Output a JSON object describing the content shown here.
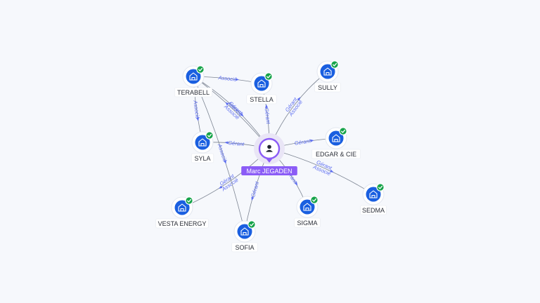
{
  "center": {
    "name": "Marc JEGADEN",
    "icon": "person-icon"
  },
  "companies": [
    {
      "id": "terabell",
      "name": "TERABELL",
      "icon": "building-icon",
      "status": "verified-check"
    },
    {
      "id": "stella",
      "name": "STELLA",
      "icon": "building-icon",
      "status": "verified-check"
    },
    {
      "id": "sully",
      "name": "SULLY",
      "icon": "building-icon",
      "status": "verified-check"
    },
    {
      "id": "syla",
      "name": "SYLA",
      "icon": "building-icon",
      "status": "verified-check"
    },
    {
      "id": "edgar",
      "name": "EDGAR & CIE",
      "icon": "building-icon",
      "status": "verified-check"
    },
    {
      "id": "vesta",
      "name": "VESTA ENERGY",
      "icon": "building-icon",
      "status": "verified-check"
    },
    {
      "id": "sofia",
      "name": "SOFIA",
      "icon": "building-icon",
      "status": "verified-check"
    },
    {
      "id": "sigma",
      "name": "SIGMA",
      "icon": "building-icon",
      "status": "verified-check"
    },
    {
      "id": "sedma",
      "name": "SEDMA",
      "icon": "building-icon",
      "status": "verified-check"
    }
  ],
  "relations": [
    {
      "from": "center",
      "to": "terabell",
      "labels": [
        "Gérant",
        "Associé"
      ]
    },
    {
      "from": "center",
      "to": "stella",
      "labels": [
        "Gérant"
      ]
    },
    {
      "from": "center",
      "to": "sully",
      "labels": [
        "Gérant",
        "Associé"
      ]
    },
    {
      "from": "center",
      "to": "syla",
      "labels": [
        "Gérant"
      ]
    },
    {
      "from": "center",
      "to": "edgar",
      "labels": [
        "Gérant"
      ]
    },
    {
      "from": "center",
      "to": "vesta",
      "labels": [
        "Gérant",
        "Associé"
      ]
    },
    {
      "from": "center",
      "to": "sofia",
      "labels": [
        "Gérant"
      ]
    },
    {
      "from": "center",
      "to": "sigma",
      "labels": [
        "Gérant"
      ]
    },
    {
      "from": "center",
      "to": "sedma",
      "labels": [
        "Gérant",
        "Associé"
      ]
    },
    {
      "from": "terabell",
      "to": "stella",
      "labels": [
        "Associé"
      ]
    },
    {
      "from": "terabell",
      "to": "syla",
      "labels": [
        "Associé"
      ]
    },
    {
      "from": "terabell",
      "to": "sofia",
      "labels": [
        "Associé"
      ]
    },
    {
      "from": "terabell",
      "to": "center",
      "labels": [
        "Associé"
      ]
    }
  ],
  "colors": {
    "accent": "#8b5cf6",
    "node": "#1a5fe0",
    "badge": "#16a34a",
    "edge_label": "#5b6cf0",
    "background": "#f6f8fc"
  }
}
